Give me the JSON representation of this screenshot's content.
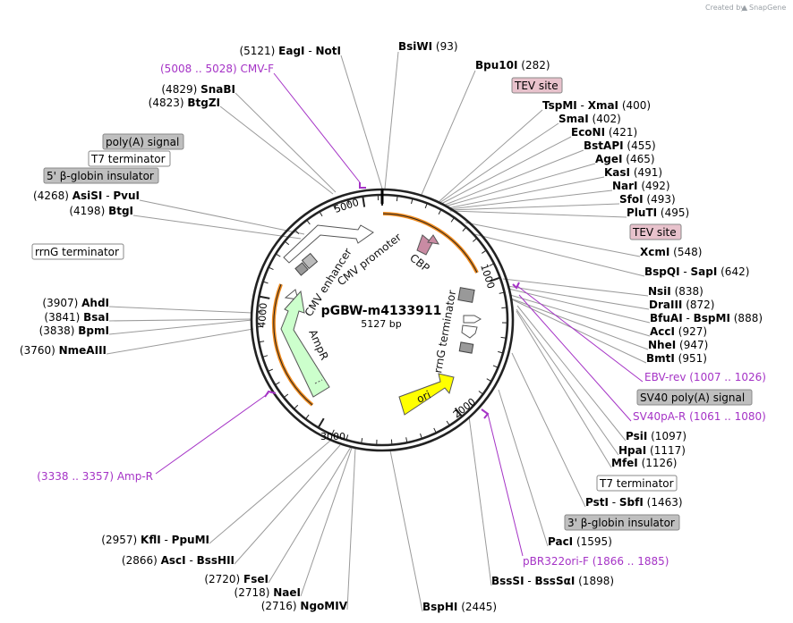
{
  "credit": {
    "text": "Created by",
    "brand": "SnapGene"
  },
  "plasmid": {
    "name": "pGBW-m4133911",
    "size_label": "5127 bp",
    "length": 5127
  },
  "ticks": [
    "1000",
    "2000",
    "3000",
    "4000",
    "5000"
  ],
  "features": [
    {
      "id": "cmv-enhancer",
      "label": "CMV enhancer",
      "color": "#ffffff"
    },
    {
      "id": "cmv-promoter",
      "label": "CMV promoter",
      "color": "#ffffff"
    },
    {
      "id": "cbp",
      "label": "CBP",
      "color": "#c98ba3"
    },
    {
      "id": "rrng-terminator",
      "label": "rrnG terminator",
      "color": "#999999"
    },
    {
      "id": "ori",
      "label": "ori",
      "color": "#ffff00"
    },
    {
      "id": "ampr",
      "label": "AmpR",
      "color": "#ccffcc"
    }
  ],
  "labels": {
    "eagi": {
      "name": "EagI",
      "name2": "NotI",
      "pos": "(5121)"
    },
    "bsiwi": {
      "name": "BsiWI",
      "pos": "(93)"
    },
    "cmvf": {
      "name": "CMV-F",
      "pos": "(5008 .. 5028)"
    },
    "bpu10i": {
      "name": "Bpu10I",
      "pos": "(282)"
    },
    "tev1": {
      "name": "TEV site"
    },
    "snabi": {
      "name": "SnaBI",
      "pos": "(4829)"
    },
    "btgzi": {
      "name": "BtgZI",
      "pos": "(4823)"
    },
    "tspmi": {
      "name": "TspMI",
      "name2": "XmaI",
      "pos": "(400)"
    },
    "smai": {
      "name": "SmaI",
      "pos": "(402)"
    },
    "econi": {
      "name": "EcoNI",
      "pos": "(421)"
    },
    "bstapi": {
      "name": "BstAPI",
      "pos": "(455)"
    },
    "agei": {
      "name": "AgeI",
      "pos": "(465)"
    },
    "kasi": {
      "name": "KasI",
      "pos": "(491)"
    },
    "nari": {
      "name": "NarI",
      "pos": "(492)"
    },
    "sfoi": {
      "name": "SfoI",
      "pos": "(493)"
    },
    "pluti": {
      "name": "PluTI",
      "pos": "(495)"
    },
    "tev2": {
      "name": "TEV site"
    },
    "polya": {
      "name": "poly(A) signal"
    },
    "t7term1": {
      "name": "T7 terminator"
    },
    "bglobin5": {
      "name": "5' β-globin insulator"
    },
    "asisi": {
      "name": "AsiSI",
      "name2": "PvuI",
      "pos": "(4268)"
    },
    "btgi": {
      "name": "BtgI",
      "pos": "(4198)"
    },
    "rrng": {
      "name": "rrnG terminator"
    },
    "xcmi": {
      "name": "XcmI",
      "pos": "(548)"
    },
    "bspqi": {
      "name": "BspQI",
      "name2": "SapI",
      "pos": "(642)"
    },
    "nsii": {
      "name": "NsiI",
      "pos": "(838)"
    },
    "draiii": {
      "name": "DraIII",
      "pos": "(872)"
    },
    "bfuai": {
      "name": "BfuAI",
      "name2": "BspMI",
      "pos": "(888)"
    },
    "acci": {
      "name": "AccI",
      "pos": "(927)"
    },
    "nhei": {
      "name": "NheI",
      "pos": "(947)"
    },
    "bmti": {
      "name": "BmtI",
      "pos": "(951)"
    },
    "ahdi": {
      "name": "AhdI",
      "pos": "(3907)"
    },
    "bsai": {
      "name": "BsaI",
      "pos": "(3841)"
    },
    "bpmi": {
      "name": "BpmI",
      "pos": "(3838)"
    },
    "nmeaiii": {
      "name": "NmeAIII",
      "pos": "(3760)"
    },
    "ebvrev": {
      "name": "EBV-rev",
      "pos": "(1007 .. 1026)"
    },
    "sv40polya": {
      "name": "SV40 poly(A) signal"
    },
    "sv40par": {
      "name": "SV40pA-R",
      "pos": "(1061 .. 1080)"
    },
    "psii": {
      "name": "PsiI",
      "pos": "(1097)"
    },
    "hpai": {
      "name": "HpaI",
      "pos": "(1117)"
    },
    "mfei": {
      "name": "MfeI",
      "pos": "(1126)"
    },
    "ampr_primer": {
      "name": "Amp-R",
      "pos": "(3338 .. 3357)"
    },
    "t7term2": {
      "name": "T7 terminator"
    },
    "psti": {
      "name": "PstI",
      "name2": "SbfI",
      "pos": "(1463)"
    },
    "bglobin3": {
      "name": "3' β-globin insulator"
    },
    "kfli": {
      "name": "KflI",
      "name2": "PpuMI",
      "pos": "(2957)"
    },
    "paci": {
      "name": "PacI",
      "pos": "(1595)"
    },
    "asci": {
      "name": "AscI",
      "name2": "BssHII",
      "pos": "(2866)"
    },
    "pbr322": {
      "name": "pBR322ori-F",
      "pos": "(1866 .. 1885)"
    },
    "fsei": {
      "name": "FseI",
      "pos": "(2720)"
    },
    "nael": {
      "name": "NaeI",
      "pos": "(2718)"
    },
    "ngomiv": {
      "name": "NgoMIV",
      "pos": "(2716)"
    },
    "bsssi": {
      "name": "BssSI",
      "name2": "BssSαI",
      "pos": "(1898)"
    },
    "bsphi": {
      "name": "BspHI",
      "pos": "(2445)"
    }
  }
}
